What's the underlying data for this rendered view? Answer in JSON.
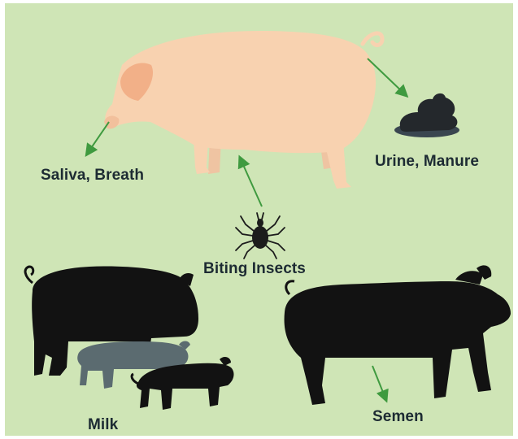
{
  "colors": {
    "background": "#cfe5b6",
    "pink_pig": "#f8d2b0",
    "pink_pig_ear": "#f2b088",
    "dark_pig": "#121212",
    "gray_piglet": "#5b6b70",
    "arrow": "#3f9a3f",
    "manure": "#24282c",
    "label_text": "#1d2b33"
  },
  "labels": {
    "saliva": "Saliva, Breath",
    "urine": "Urine, Manure",
    "insects": "Biting Insects",
    "milk": "Milk",
    "semen": "Semen"
  },
  "icons": [
    "pink-pig-icon",
    "manure-icon",
    "tick-icon",
    "sow-icon",
    "gray-piglet-icon",
    "black-piglet-icon",
    "boar-icon"
  ]
}
